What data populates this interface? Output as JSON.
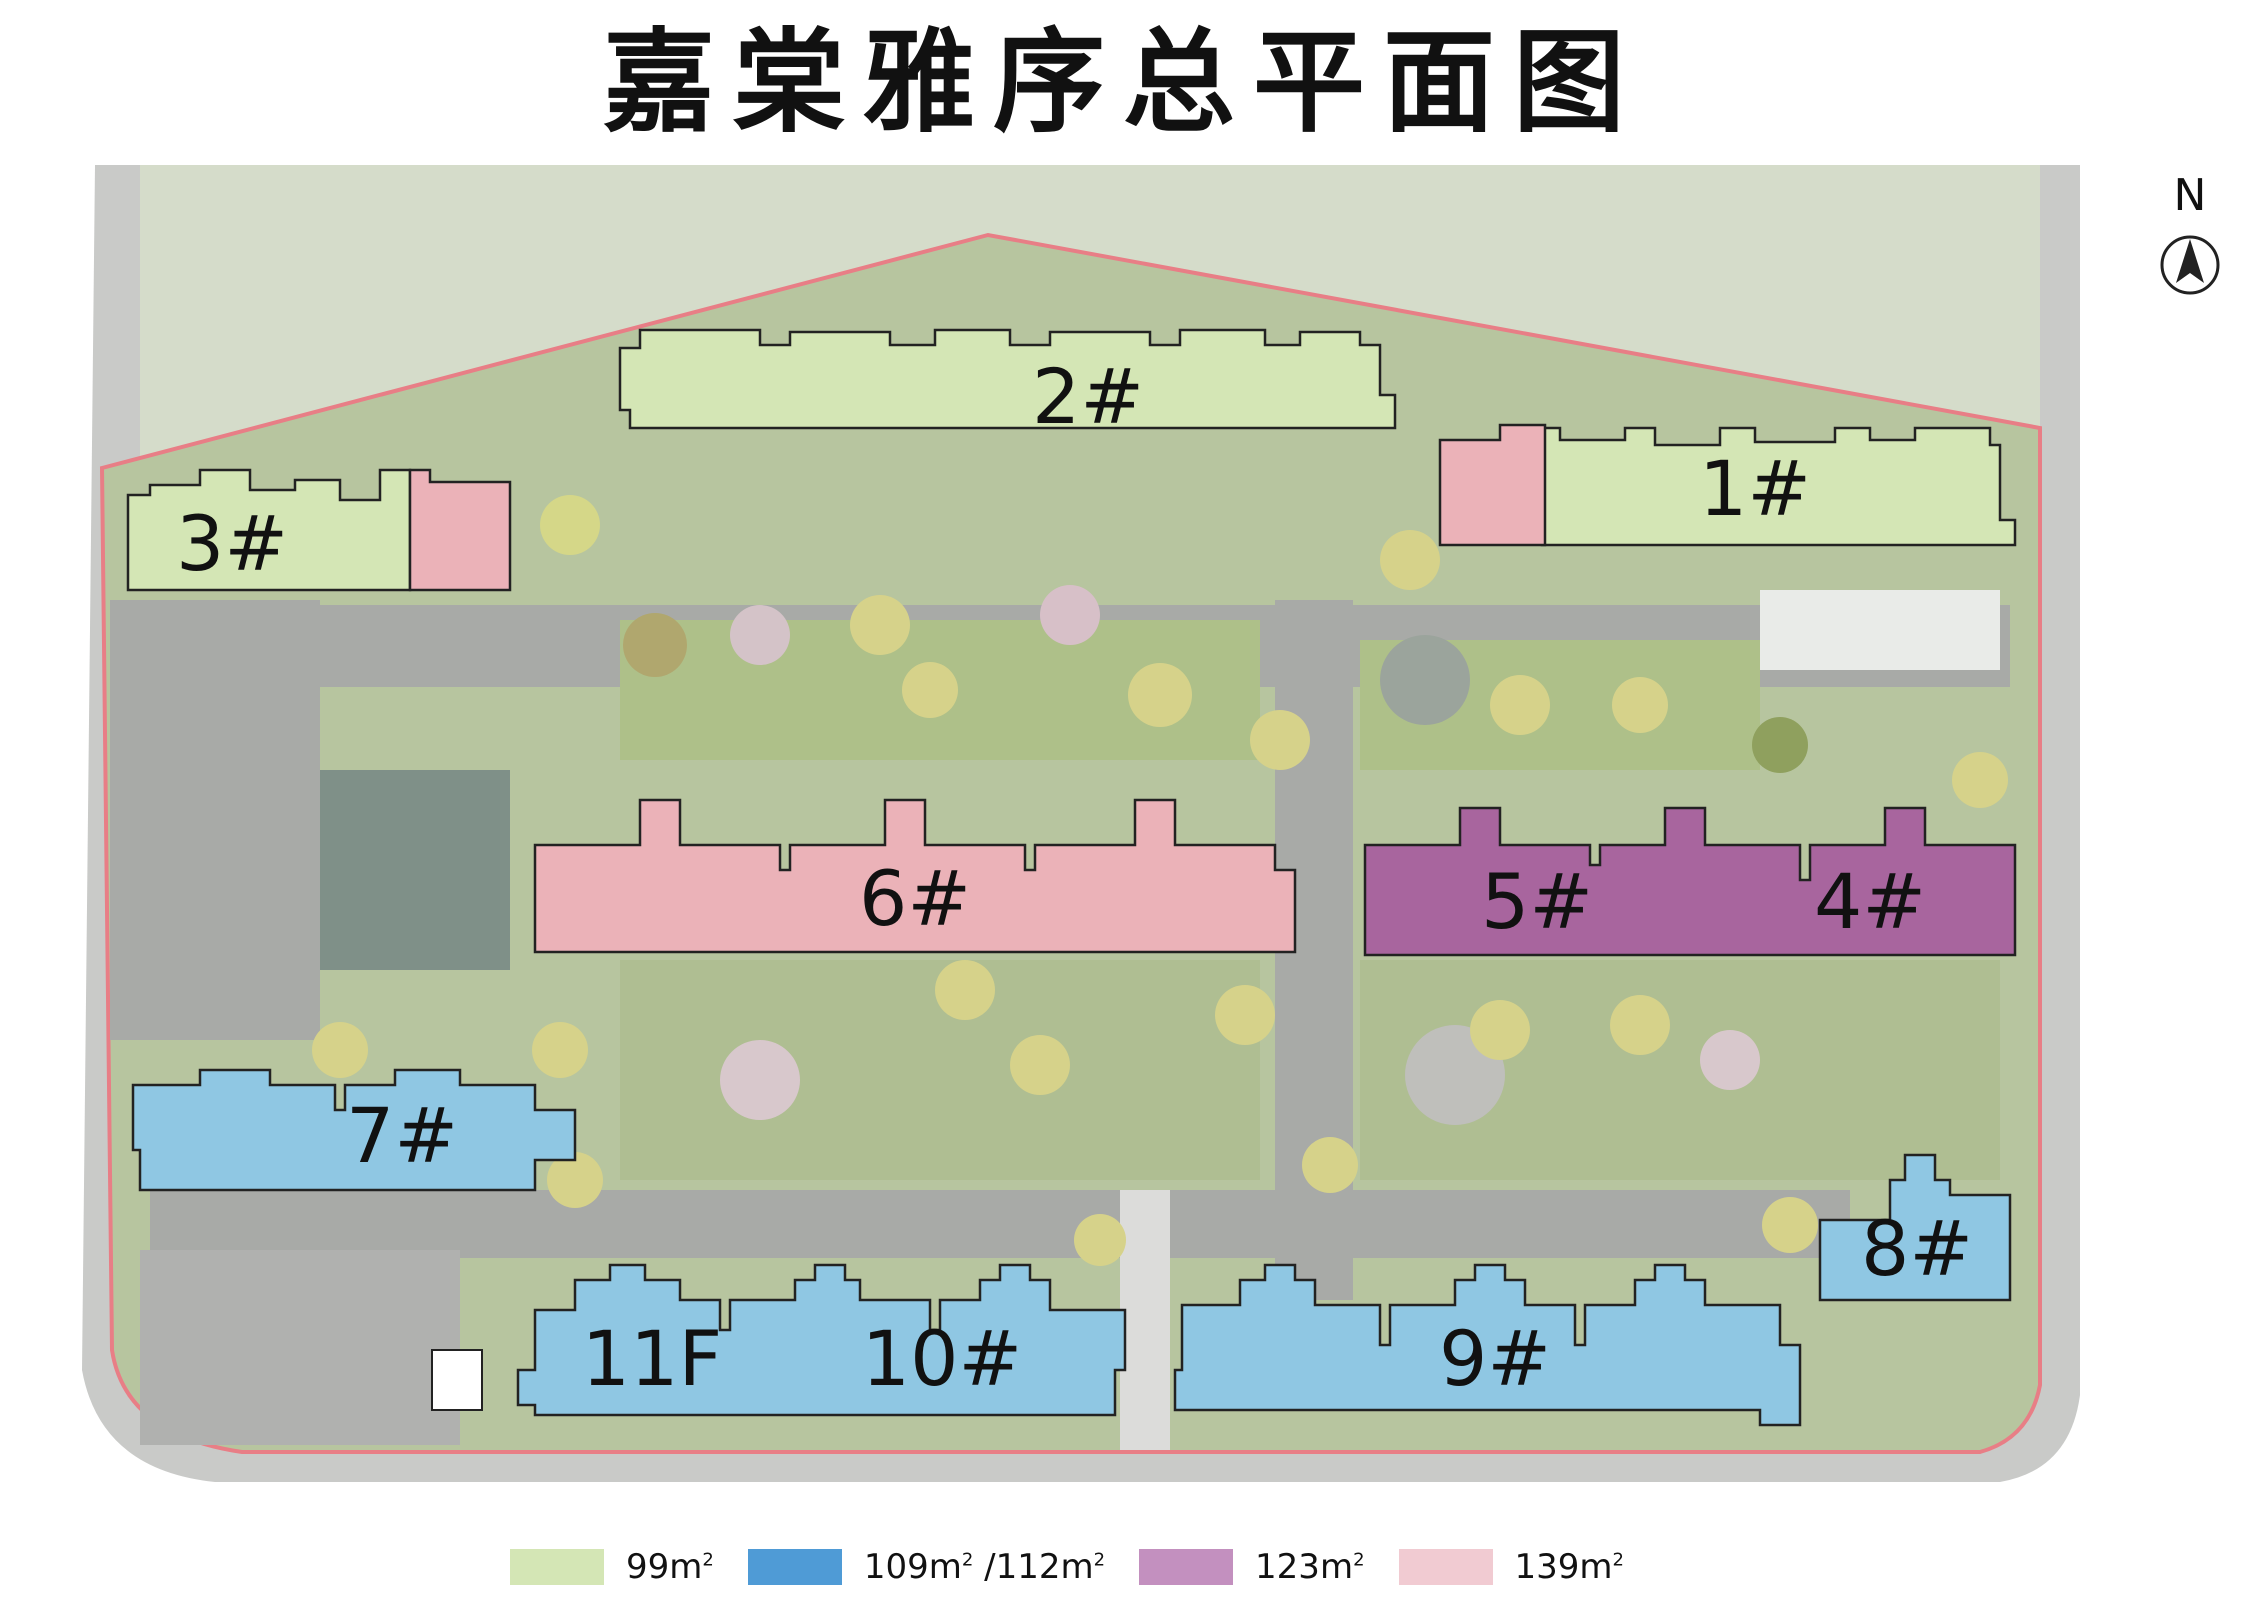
{
  "title": "嘉棠雅序总平面图",
  "compass": {
    "label": "N",
    "icon": "north-arrow-icon"
  },
  "colors": {
    "area_99": "#d4e6b5",
    "area_109_112": "#8fc7e3",
    "area_123": "#a8659e",
    "area_139": "#ebb2b8",
    "boundary": "#e87e86",
    "greenspace": "#b5c59c",
    "paving": "#a7a8a6"
  },
  "buildings": [
    {
      "id": "2",
      "label": "2#",
      "type": "99m2"
    },
    {
      "id": "1",
      "label": "1#",
      "type": "99m2"
    },
    {
      "id": "3",
      "label": "3#",
      "type": "99m2"
    },
    {
      "id": "6",
      "label": "6#",
      "type": "139m2"
    },
    {
      "id": "5",
      "label": "5#",
      "type": "123m2"
    },
    {
      "id": "4",
      "label": "4#",
      "type": "123m2"
    },
    {
      "id": "7",
      "label": "7#",
      "type": "109m2/112m2"
    },
    {
      "id": "8",
      "label": "8#",
      "type": "109m2/112m2"
    },
    {
      "id": "11F",
      "label": "11F",
      "type": "109m2/112m2"
    },
    {
      "id": "10",
      "label": "10#",
      "type": "109m2/112m2"
    },
    {
      "id": "9",
      "label": "9#",
      "type": "109m2/112m2"
    }
  ],
  "legend": [
    {
      "value": "99m",
      "sup": "2",
      "color": "#d4e6b5"
    },
    {
      "value": "109m",
      "sup": "2",
      "suffix": " /112m",
      "sup2": "2",
      "color": "#4f9bd6"
    },
    {
      "value": "123m",
      "sup": "2",
      "color": "#c390bf"
    },
    {
      "value": "139m",
      "sup": "2",
      "color": "#f1cbd2"
    }
  ]
}
